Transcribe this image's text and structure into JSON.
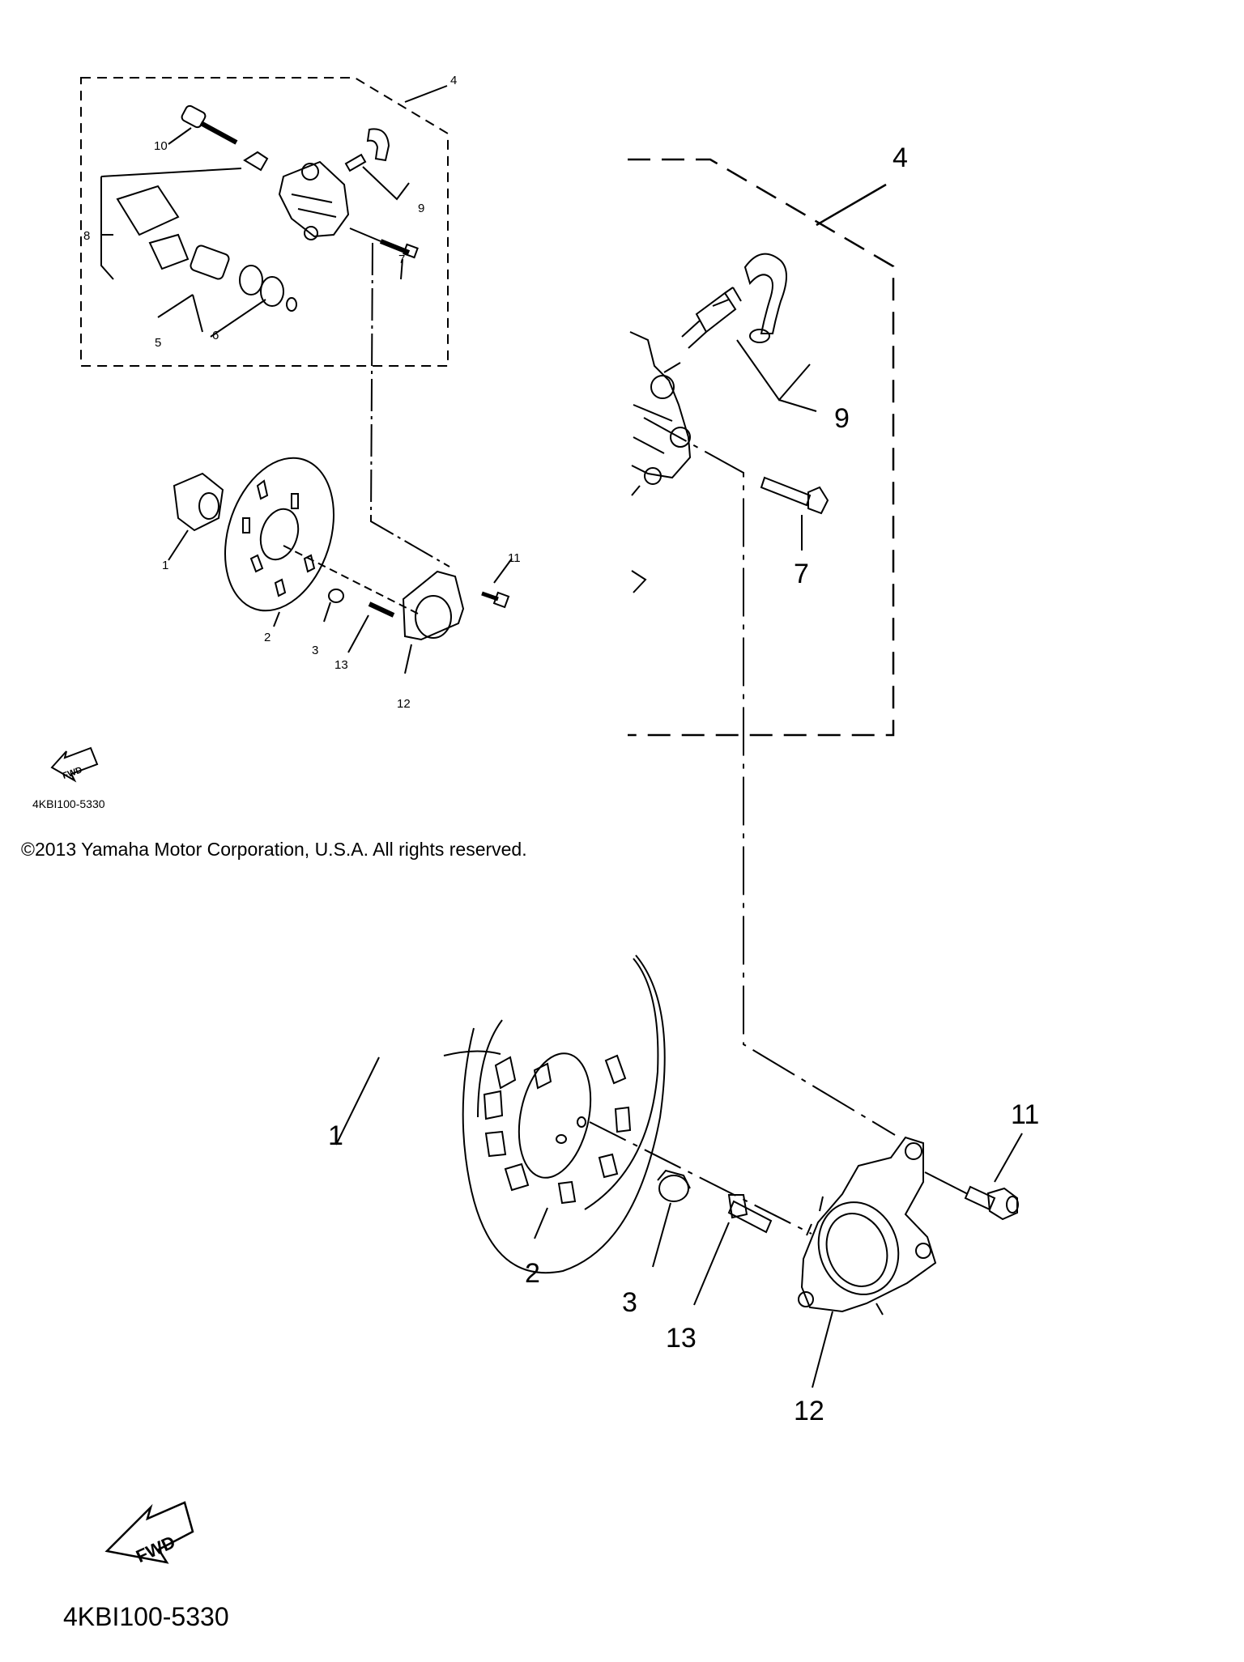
{
  "copyright": "©2013 Yamaha Motor Corporation, U.S.A. All rights reserved.",
  "diagram_code": "4KBI100-5330",
  "fwd_label": "FWD",
  "callouts": [
    "1",
    "2",
    "3",
    "4",
    "5",
    "6",
    "7",
    "8",
    "9",
    "10",
    "11",
    "12",
    "13"
  ]
}
